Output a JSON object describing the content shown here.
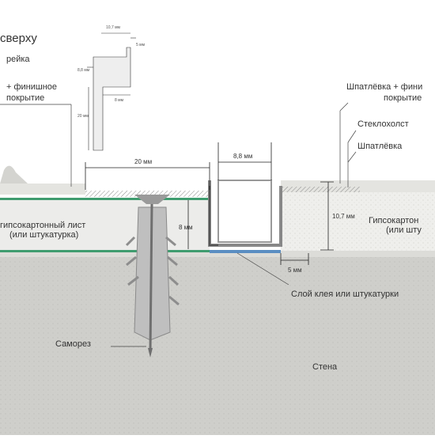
{
  "title_fragment": "сверху",
  "subtitle_fragment": "рейка",
  "left_finish": [
    "+ финишное",
    "покрытие"
  ],
  "right_finish": [
    "Шпатлёвка + фини",
    "покрытие"
  ],
  "labels": {
    "fiberglass": "Стеклохолст",
    "putty": "Шпатлёвка",
    "drywall_left": [
      "гипсокартонный лист",
      "(или штукатурка)"
    ],
    "drywall_right": [
      "Гипсокартон",
      "(или шту"
    ],
    "glue_layer": "Слой клея или штукатурки",
    "screw": "Саморез",
    "wall": "Стена"
  },
  "dimensions": {
    "gap_width": "20 мм",
    "channel_width": "8,8 мм",
    "profile_height": "10,7 мм",
    "board_thickness": "8 мм",
    "flange": "5 мм"
  },
  "thumbnail": {
    "top_width": "10,7 мм",
    "top_side": "5 мм",
    "left_8": "8,8 мм",
    "bottom_8": "8 мм",
    "left_20": "20 мм"
  },
  "colors": {
    "concrete": "#cfcfcb",
    "plaster": "#e9e9e6",
    "green_strip": "#3f9c6f",
    "profile_line": "#666666",
    "dim_line": "#222222"
  }
}
